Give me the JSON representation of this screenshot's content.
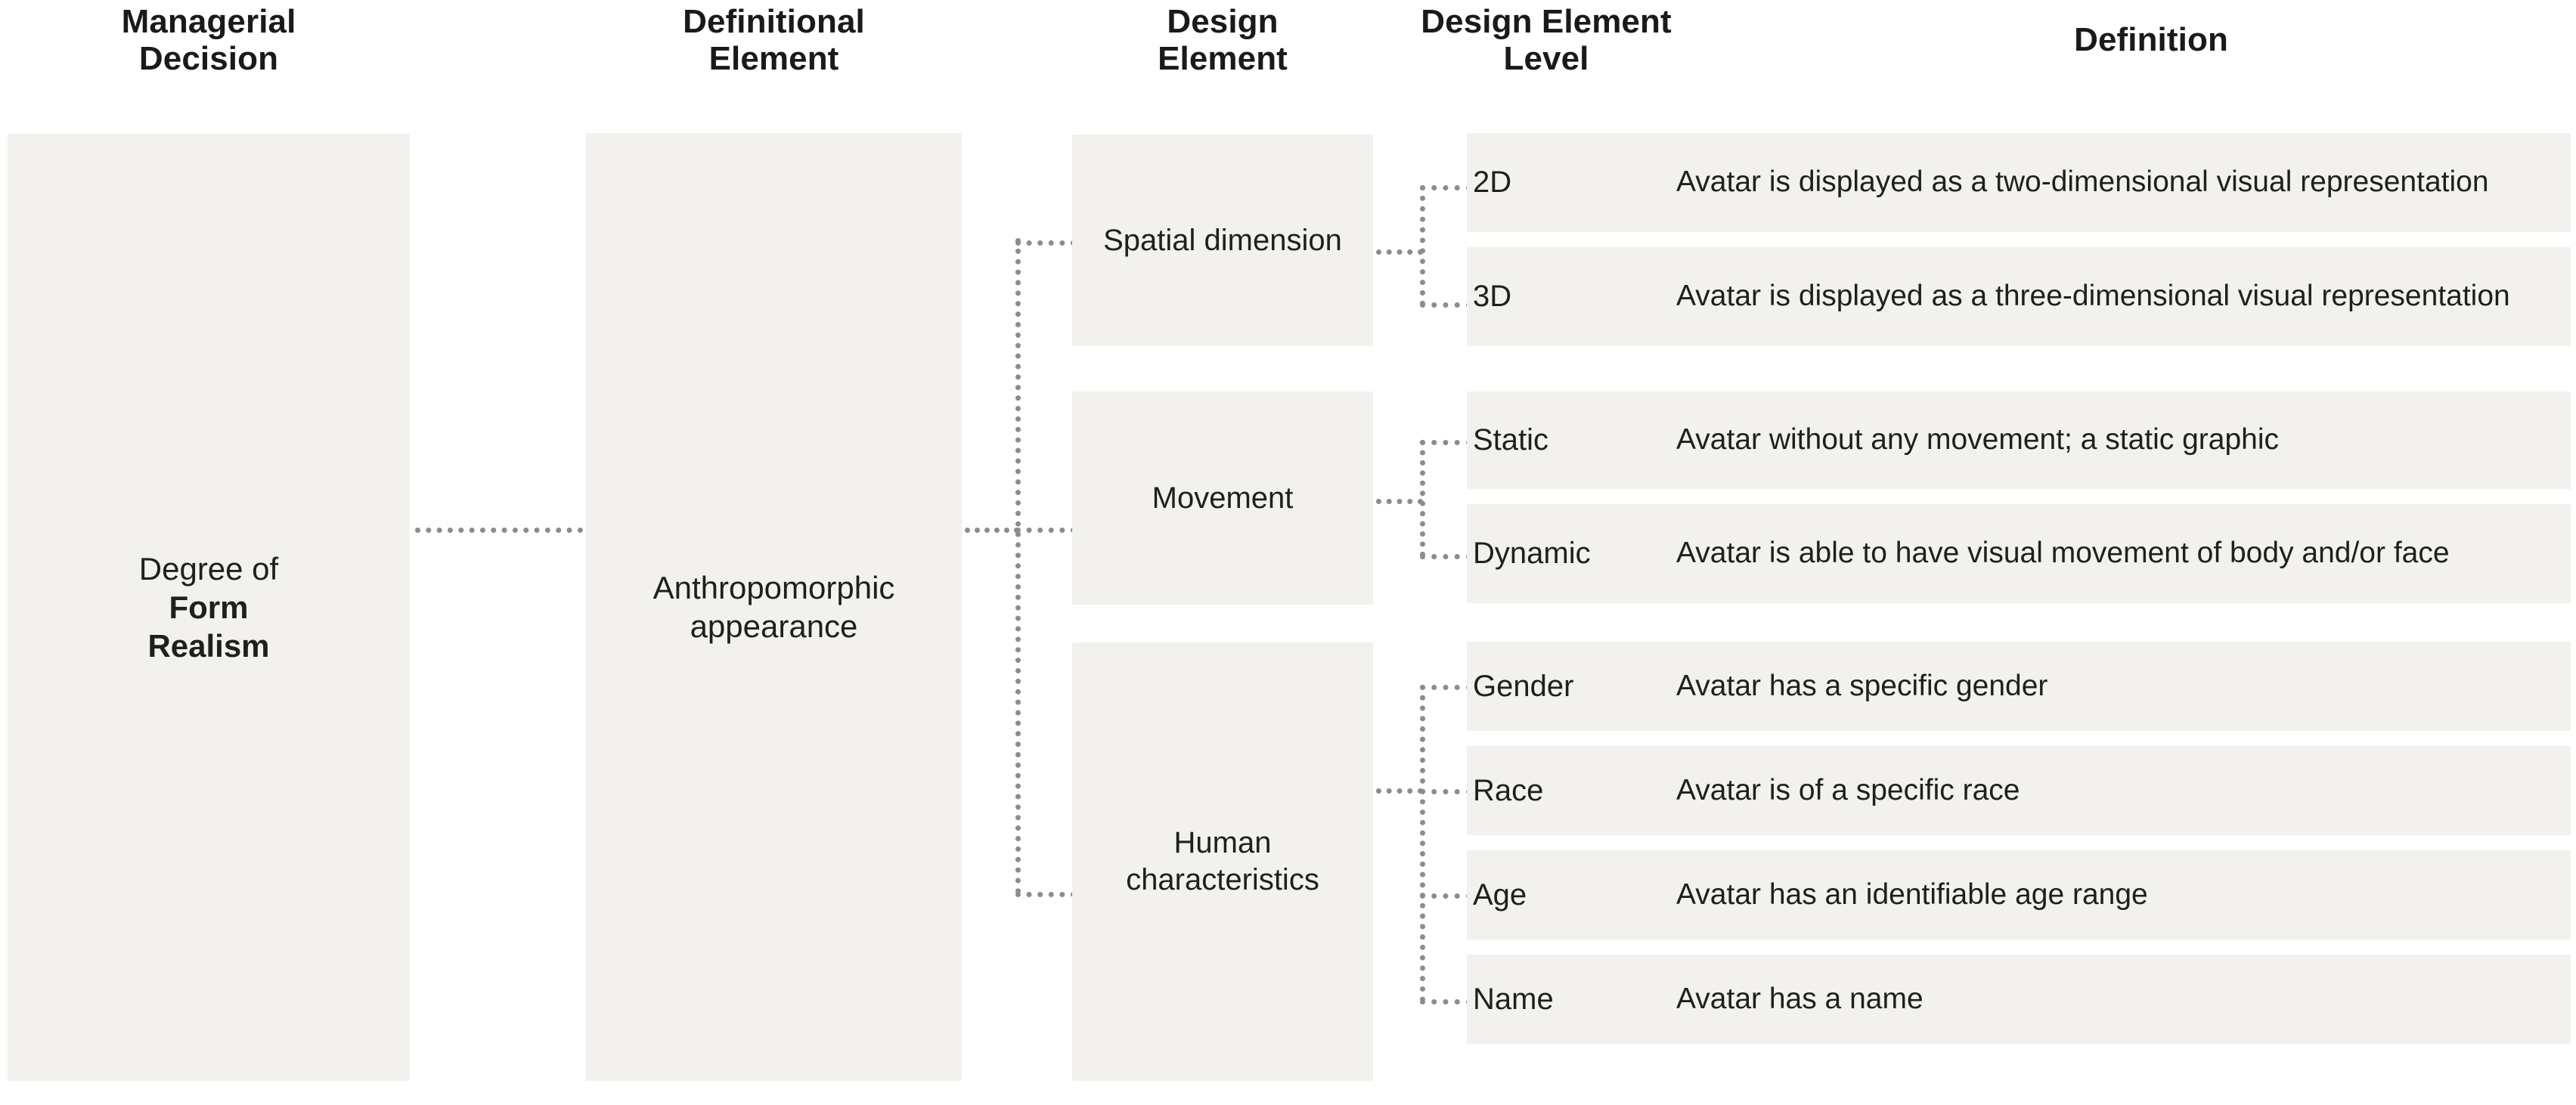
{
  "headers": {
    "managerial_decision": "Managerial\nDecision",
    "definitional_element": "Definitional\nElement",
    "design_element": "Design\nElement",
    "design_element_level": "Design Element\nLevel",
    "definition": "Definition"
  },
  "managerial_decision": {
    "line1": "Degree of",
    "line2": "Form",
    "line3": "Realism"
  },
  "definitional_element": {
    "label": "Anthropomorphic appearance"
  },
  "design_elements": [
    {
      "id": "spatial",
      "label": "Spatial dimension"
    },
    {
      "id": "movement",
      "label": "Movement"
    },
    {
      "id": "human",
      "label": "Human characteristics"
    }
  ],
  "levels": [
    {
      "id": "2d",
      "parent": "spatial",
      "label": "2D",
      "definition": "Avatar is displayed as a two-dimensional visual representation"
    },
    {
      "id": "3d",
      "parent": "spatial",
      "label": "3D",
      "definition": "Avatar is displayed as a three-dimensional visual representation"
    },
    {
      "id": "static",
      "parent": "movement",
      "label": "Static",
      "definition": "Avatar without any movement; a static graphic"
    },
    {
      "id": "dynamic",
      "parent": "movement",
      "label": "Dynamic",
      "definition": "Avatar is able to have visual movement of body and/or face"
    },
    {
      "id": "gender",
      "parent": "human",
      "label": "Gender",
      "definition": "Avatar has a specific gender"
    },
    {
      "id": "race",
      "parent": "human",
      "label": "Race",
      "definition": "Avatar is of a specific race"
    },
    {
      "id": "age",
      "parent": "human",
      "label": "Age",
      "definition": "Avatar has an identifiable age range"
    },
    {
      "id": "name",
      "parent": "human",
      "label": "Name",
      "definition": "Avatar has a name"
    }
  ],
  "colors": {
    "box_fill": "#f2f1ed",
    "connector": "#8c8c8c",
    "text": "#1f1f1f",
    "background": "#ffffff"
  }
}
